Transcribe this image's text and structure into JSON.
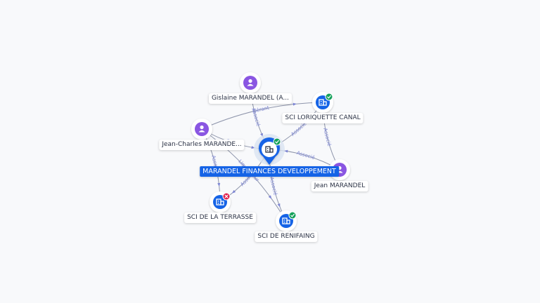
{
  "colors": {
    "company": "#1563e6",
    "person": "#8a56e2",
    "edge": "#8e95ab",
    "edge_label": "#7b84d3",
    "active_badge": "#15a15a",
    "closed_badge": "#e0224d"
  },
  "graph": {
    "center": {
      "label": "MARANDEL FINANCES DEVELOPPEMENT",
      "icon": "building-icon",
      "badge": "check-icon"
    },
    "nodes": [
      {
        "id": "gislaine",
        "label": "Gislaine MARANDEL (A...",
        "kind": "person",
        "icon": "person-icon"
      },
      {
        "id": "loriquette",
        "label": "SCI LORIQUETTE CANAL",
        "kind": "company",
        "icon": "building-icon",
        "badge": "check-icon"
      },
      {
        "id": "jean-charles",
        "label": "Jean-Charles MARANDE...",
        "kind": "person",
        "icon": "person-icon"
      },
      {
        "id": "jean",
        "label": "Jean MARANDEL",
        "kind": "person",
        "icon": "person-icon"
      },
      {
        "id": "terrasse",
        "label": "SCI DE LA TERRASSE",
        "kind": "company",
        "icon": "building-icon",
        "badge": "cross-icon"
      },
      {
        "id": "renifaing",
        "label": "SCI DE RENIFAING",
        "kind": "company",
        "icon": "building-icon",
        "badge": "check-icon"
      }
    ],
    "edges": [
      {
        "from": "gislaine",
        "to": "center",
        "label": "Associé"
      },
      {
        "from": "jean-charles",
        "to": "loriquette",
        "label": "Gérant"
      },
      {
        "from": "jean-charles",
        "to": "center",
        "label": "Gérant"
      },
      {
        "from": "jean-charles",
        "to": "terrasse",
        "label": "Associé"
      },
      {
        "from": "center",
        "to": "loriquette",
        "label": "Associé"
      },
      {
        "from": "jean",
        "to": "loriquette",
        "label": "Associé"
      },
      {
        "from": "jean",
        "to": "center",
        "label": "Associé"
      },
      {
        "from": "center",
        "to": "terrasse",
        "label": "Associé"
      },
      {
        "from": "center",
        "to": "renifaing",
        "label": "Associé"
      },
      {
        "from": "jean-charles",
        "to": "renifaing",
        "label": "Liquidateur"
      }
    ]
  }
}
